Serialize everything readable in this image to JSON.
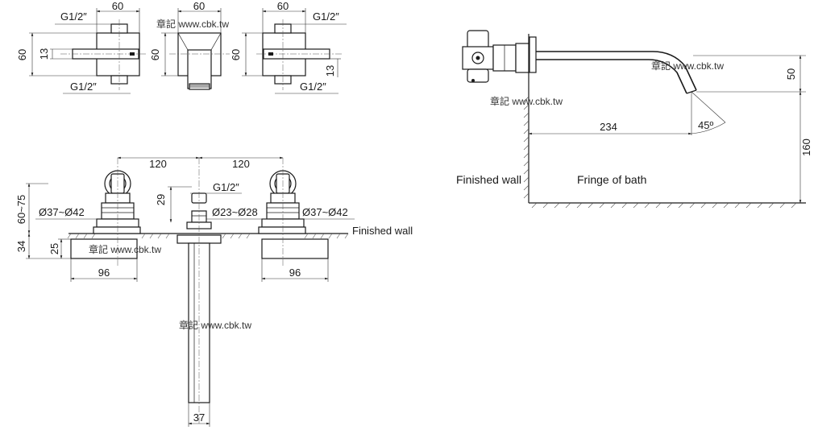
{
  "watermark": "章記 www.cbk.tw",
  "front_views": {
    "left": {
      "width": "60",
      "thread_top": "G1/2″",
      "height": "60",
      "offset": "13",
      "thread_bottom": "G1/2″"
    },
    "center": {
      "width": "60",
      "height": "60"
    },
    "right": {
      "width": "60",
      "thread_top": "G1/2″",
      "height": "60",
      "offset": "13",
      "thread_bottom": "G1/2″"
    }
  },
  "top_view": {
    "spacing_left": "120",
    "spacing_right": "120",
    "spout_thread": "G1/2″",
    "spout_height": "29",
    "left_diameter": "Ø37~Ø42",
    "spout_diameter": "Ø23~Ø28",
    "right_diameter": "Ø37~Ø42",
    "finished_wall": "Finished wall",
    "depth": "60~75",
    "plate_depth": "34",
    "handle_depth": "25",
    "left_width": "96",
    "right_width": "96",
    "spout_width": "37"
  },
  "side_view": {
    "finished_wall": "Finished wall",
    "fringe_of_bath": "Fringe of bath",
    "reach": "234",
    "angle": "45º",
    "drop": "50",
    "height": "160"
  }
}
